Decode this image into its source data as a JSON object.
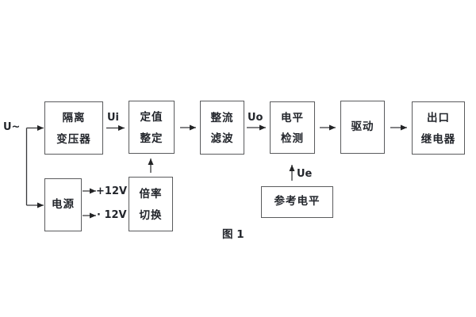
{
  "figure": {
    "caption": "图 1"
  },
  "blocks": [
    {
      "id": "isolation-transformer",
      "line1": "隔离",
      "line2": "变压器"
    },
    {
      "id": "setpoint-setting",
      "line1": "定值",
      "line2": "整定"
    },
    {
      "id": "rectifier-filter",
      "line1": "整流",
      "line2": "滤波"
    },
    {
      "id": "level-detector",
      "line1": "电平",
      "line2": "检测"
    },
    {
      "id": "driver",
      "line1": "驱动"
    },
    {
      "id": "output-relay",
      "line1": "出口",
      "line2": "继电器"
    },
    {
      "id": "power-supply",
      "line1": "电源"
    },
    {
      "id": "ratio-switch",
      "line1": "倍率",
      "line2": "切换"
    },
    {
      "id": "reference-level",
      "line1": "参考电平"
    }
  ],
  "signals": {
    "input": "U~",
    "ui": "Ui",
    "uo": "Uo",
    "ue": "Ue",
    "rail_positive": "+12V",
    "rail_negative": "· 12V"
  },
  "colors": {
    "background": "#ffffff",
    "box_border": "#5a5b5d",
    "connector_line": "#37383a",
    "text": "#23262c"
  }
}
